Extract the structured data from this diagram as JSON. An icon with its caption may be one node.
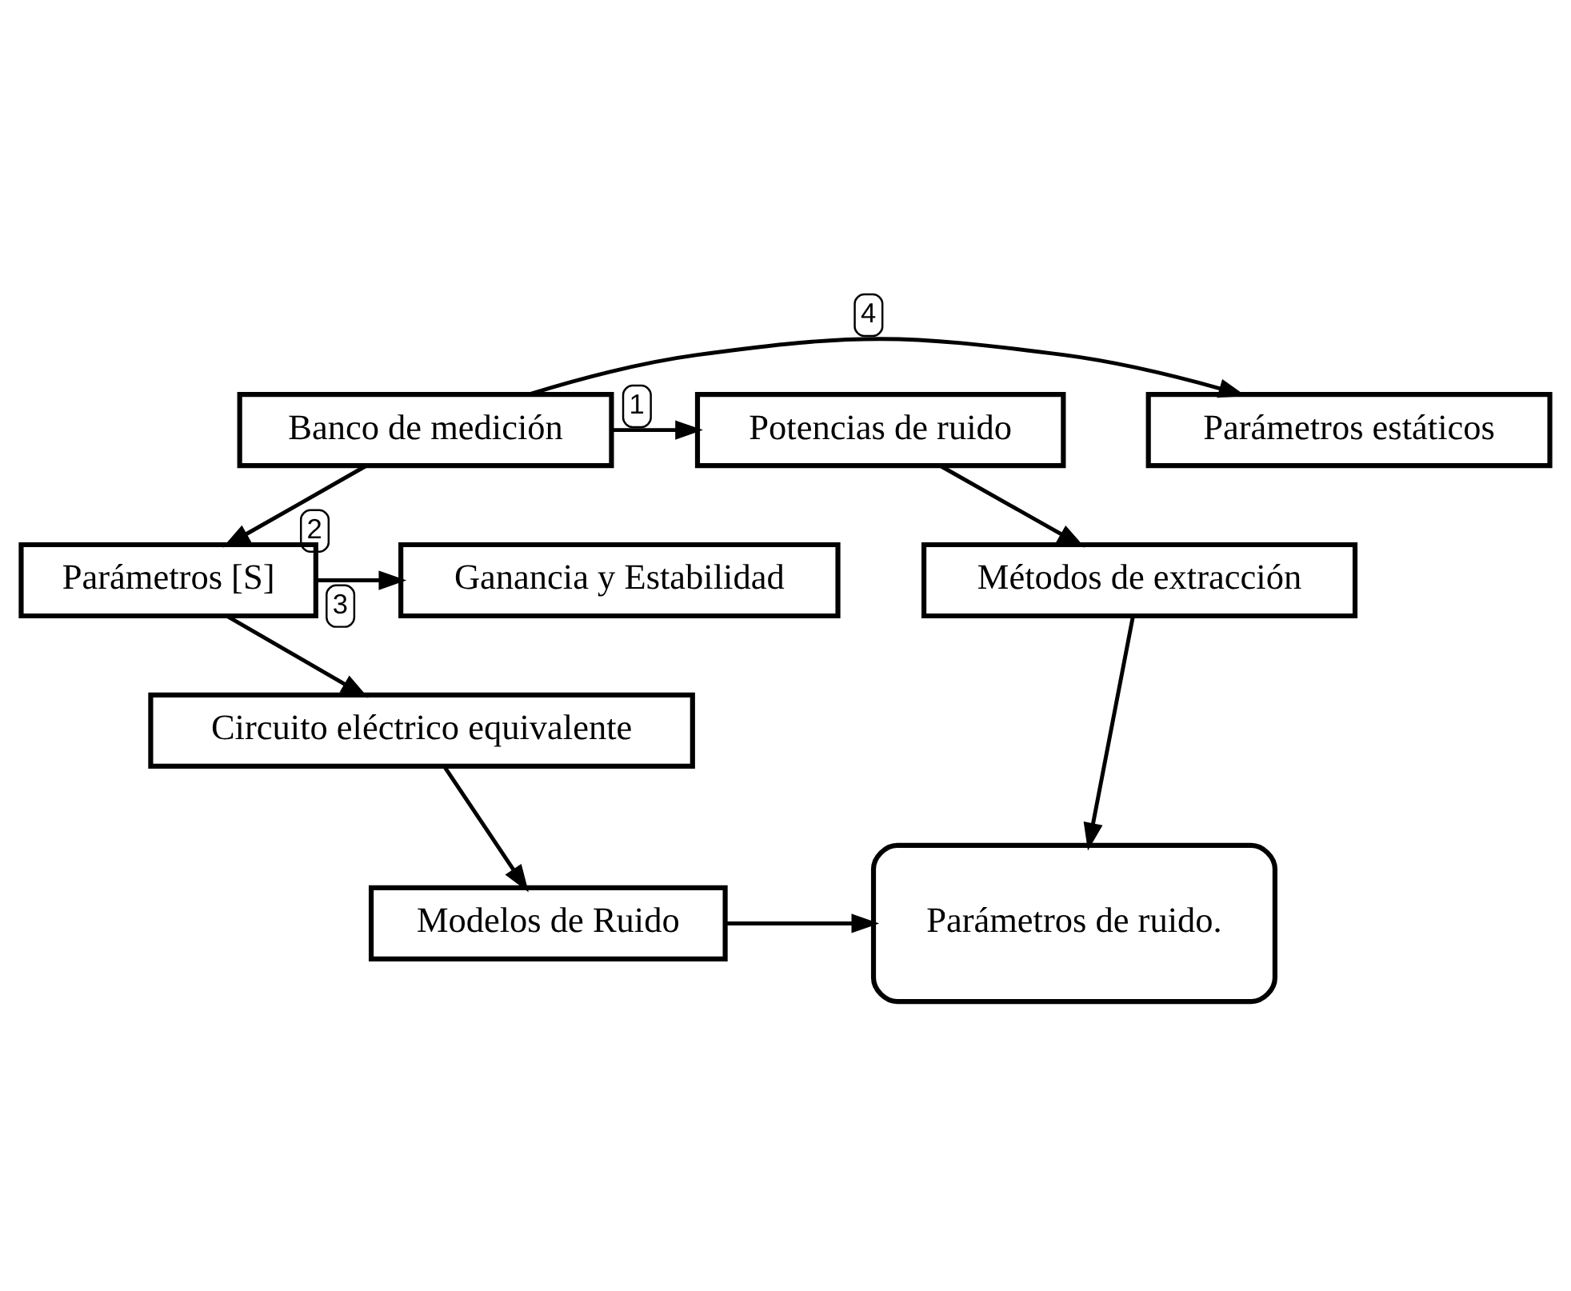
{
  "diagram": {
    "nodes": [
      {
        "text": [
          "Banco de medición"
        ]
      },
      {
        "text": [
          "Parámetros estáticos"
        ]
      },
      {
        "text": [
          "Potencias de ruido"
        ]
      },
      {
        "text": [
          "Ganancia y Estabilidad"
        ]
      },
      {
        "text": [
          "Parámetros [S]"
        ]
      },
      {
        "text": [
          "Métodos de extracción"
        ]
      },
      {
        "text": [
          "Circuito eléctrico equivalente"
        ]
      },
      {
        "text": [
          "Modelos de Ruido"
        ]
      },
      {
        "text": [
          "Parámetros de ruido."
        ]
      }
    ],
    "edges": [
      {
        "from": 0,
        "to": 1,
        "arrow": "to",
        "label": "4"
      },
      {
        "from": 0,
        "to": 2,
        "arrow": "to",
        "label": "1"
      },
      {
        "from": 0,
        "to": 4,
        "arrow": "to",
        "label": "2"
      },
      {
        "from": 4,
        "to": 3,
        "arrow": "to",
        "label": "3"
      },
      {
        "from": 2,
        "to": 5,
        "arrow": "to"
      },
      {
        "from": 4,
        "to": 6,
        "arrow": "to"
      },
      {
        "from": 6,
        "to": 7,
        "arrow": "to"
      },
      {
        "from": 7,
        "to": 8,
        "arrow": "to"
      },
      {
        "from": 5,
        "to": 8,
        "arrow": "to"
      }
    ]
  }
}
